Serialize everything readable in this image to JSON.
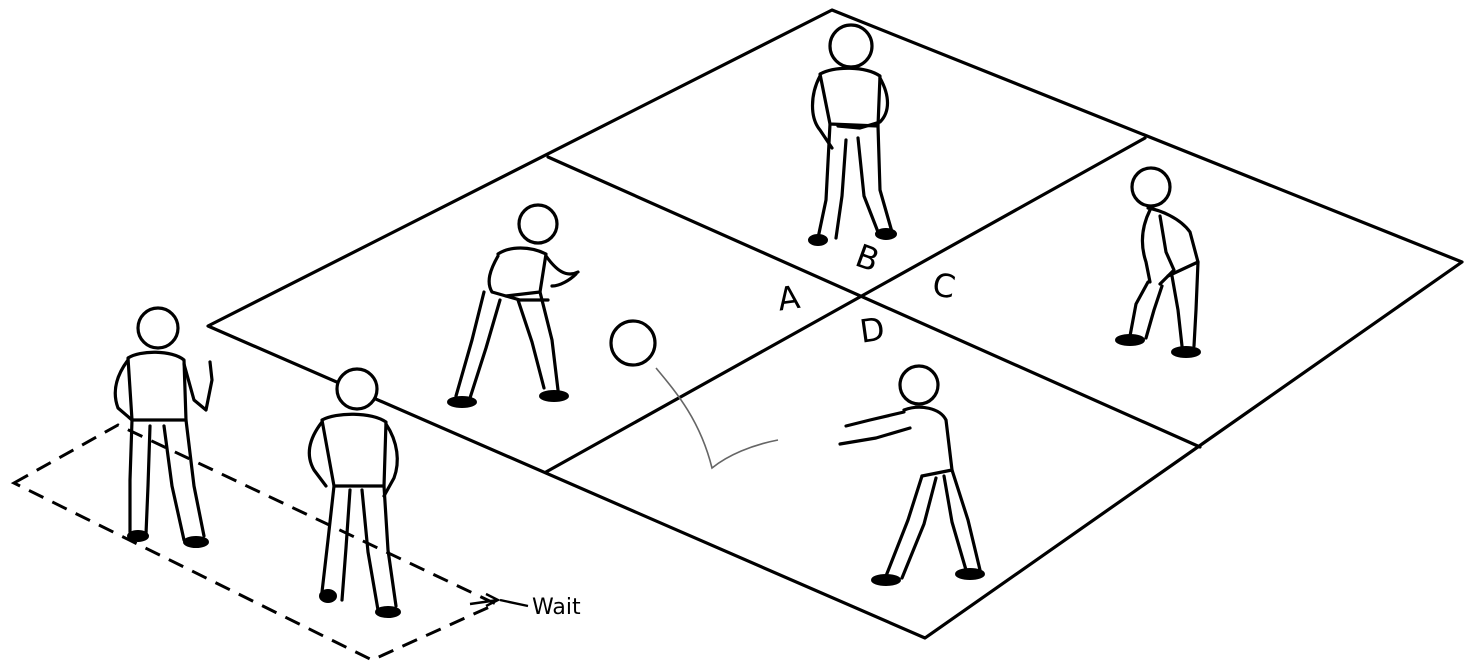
{
  "squares": {
    "a": "A",
    "b": "B",
    "c": "C",
    "d": "D"
  },
  "waiting_area": {
    "label": "Wait"
  }
}
